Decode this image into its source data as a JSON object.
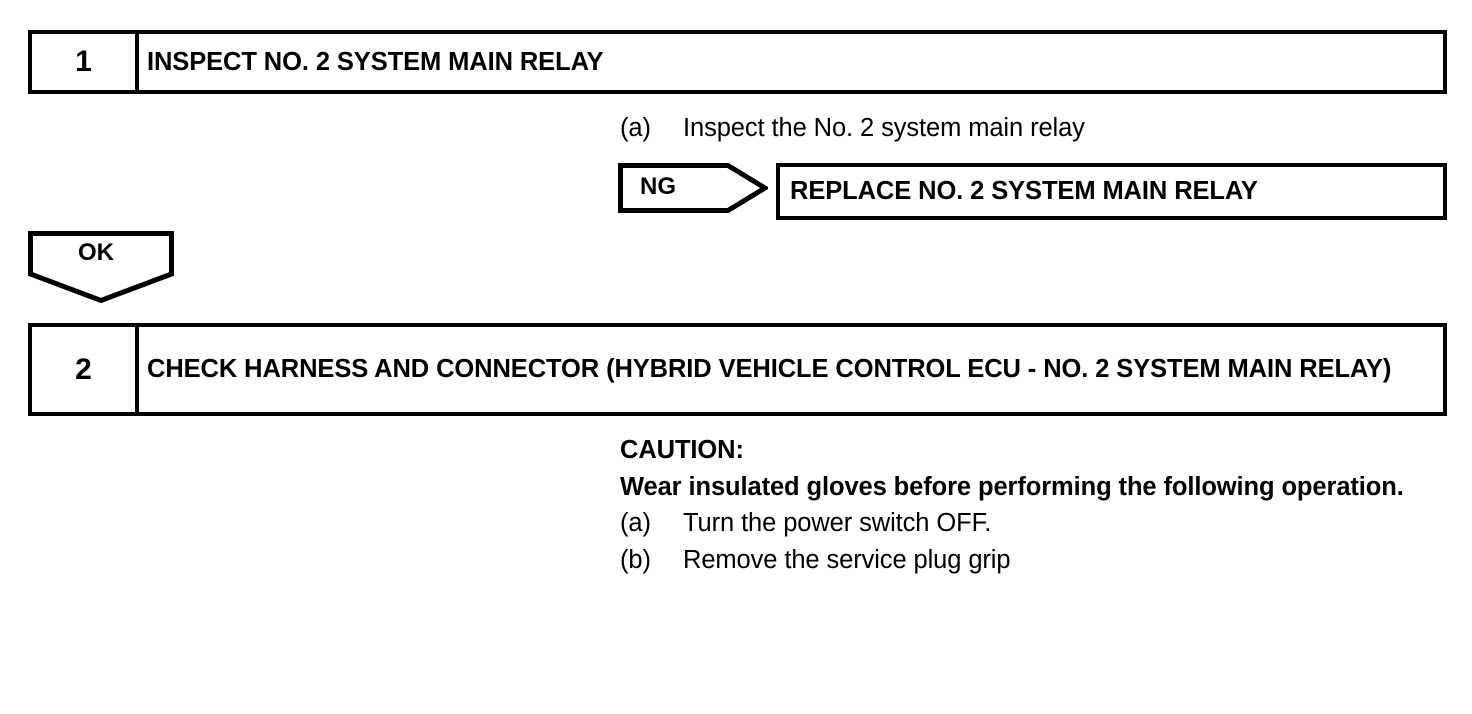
{
  "document": {
    "type": "diagnostic-flowchart",
    "background_color": "#ffffff",
    "line_color": "#000000"
  },
  "steps": [
    {
      "number": "1",
      "title": "INSPECT NO. 2 SYSTEM MAIN RELAY",
      "procedures": [
        {
          "marker": "(a)",
          "text": "Inspect the No. 2 system main relay"
        }
      ]
    },
    {
      "number": "2",
      "title": "CHECK HARNESS AND CONNECTOR (HYBRID VEHICLE CONTROL ECU - NO. 2 SYSTEM MAIN RELAY)",
      "caution": {
        "heading": "CAUTION:",
        "body": "Wear insulated gloves before performing the following operation."
      },
      "procedures": [
        {
          "marker": "(a)",
          "text": "Turn the power switch OFF."
        },
        {
          "marker": "(b)",
          "text": "Remove the service plug grip"
        }
      ]
    }
  ],
  "judgements": {
    "ng": {
      "label": "NG",
      "shape": "right-pointing-arrow",
      "result": "REPLACE NO. 2 SYSTEM MAIN RELAY"
    },
    "ok": {
      "label": "OK",
      "shape": "down-pointing-arrow"
    }
  }
}
